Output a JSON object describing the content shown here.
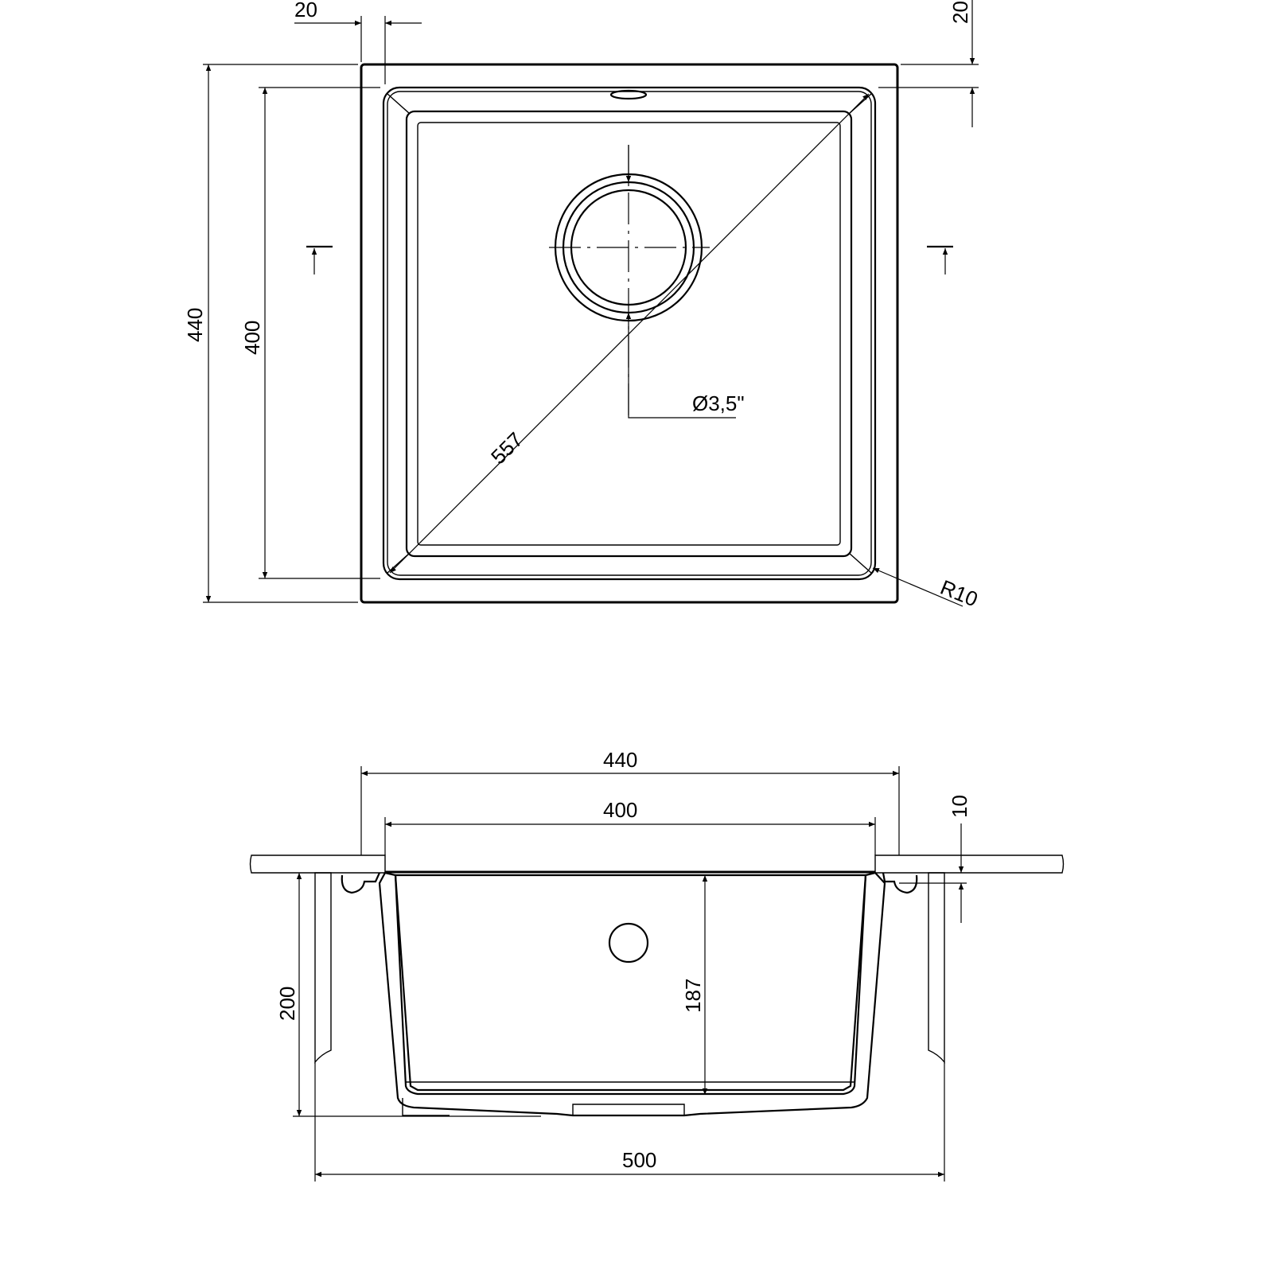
{
  "top_view": {
    "flange_left": "20",
    "flange_top": "20",
    "outer_height": "440",
    "bowl_height": "400",
    "diagonal": "557",
    "drain_diameter": "Ø3,5\"",
    "corner_radius": "R10"
  },
  "section_view": {
    "outer_width": "440",
    "bowl_width": "400",
    "flange_thickness": "10",
    "total_depth": "200",
    "bowl_depth": "187",
    "cabinet_width": "500"
  },
  "colors": {
    "line": "#000000",
    "background": "#ffffff"
  }
}
